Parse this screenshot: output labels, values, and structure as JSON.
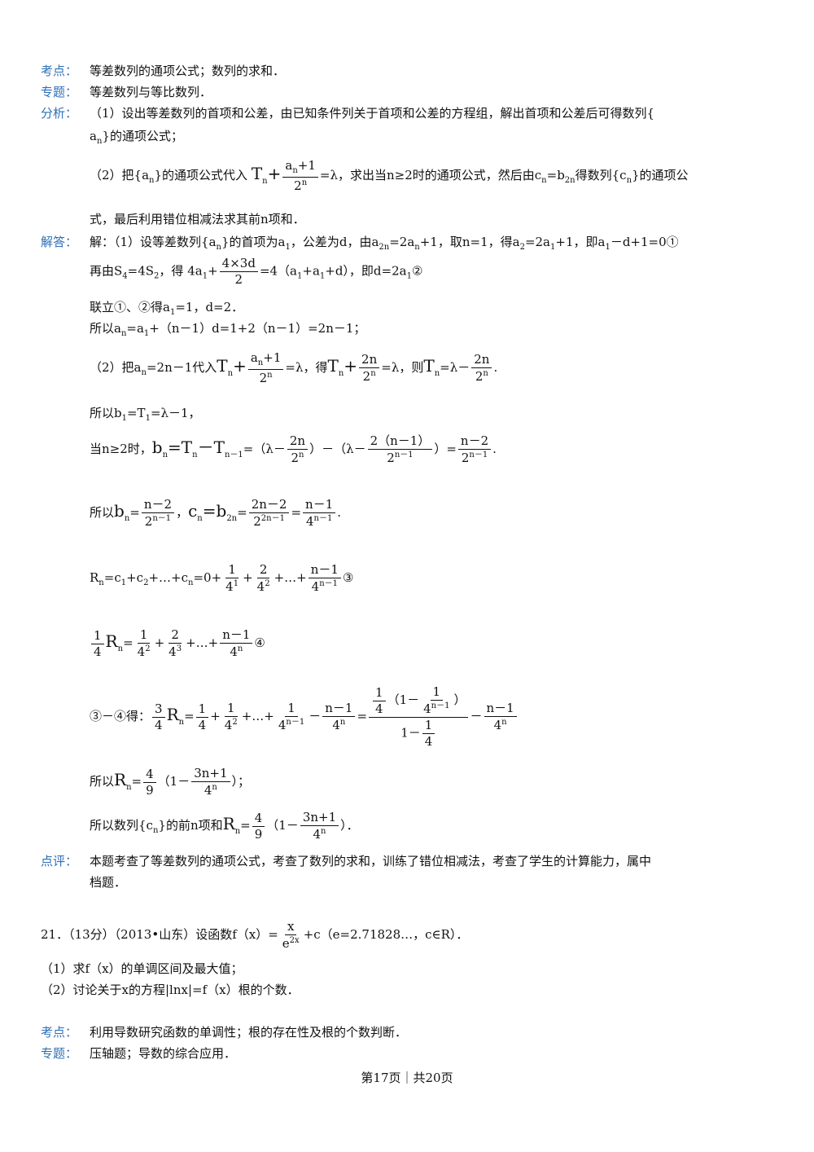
{
  "labels": {
    "kaodian": "考点：",
    "zhuanti": "专题：",
    "fenxi": "分析：",
    "jieda": "解答：",
    "dianping": "点评："
  },
  "q20": {
    "kaodian": "等差数列的通项公式；数列的求和．",
    "zhuanti": "等差数列与等比数列．",
    "fenxi1": "（1）设出等差数列的首项和公差，由已知条件列关于首项和公差的方程组，解出首项和公差后可得数列{",
    "fenxi1b": "a",
    "fenxi1c": "n",
    "fenxi1d": "}的通项公式；",
    "fenxi2a": "（2）把{a",
    "fenxi2b": "n",
    "fenxi2c": "}的通项公式代入",
    "fenxi2d": "，求出当n≥2时的通项公式，然后由c",
    "fenxi2e": "n",
    "fenxi2f": "=b",
    "fenxi2g": "2n",
    "fenxi2h": "得数列{c",
    "fenxi2i": "n",
    "fenxi2j": "}的通项公",
    "fenxi3": "式，最后利用错位相减法求其前n项和．",
    "jie1": "解：（1）设等差数列{a",
    "jie1b": "n",
    "jie1c": "}的首项为a",
    "jie1d": "1",
    "jie1e": "，公差为d，由a",
    "jie1f": "2n",
    "jie1g": "=2a",
    "jie1h": "n",
    "jie1i": "+1，取n=1，得a",
    "jie1j": "2",
    "jie1k": "=2a",
    "jie1l": "1",
    "jie1m": "+1，即a",
    "jie1n": "1",
    "jie1o": "－d+1=0①",
    "jie2a": "再由S",
    "jie2b": "4",
    "jie2c": "=4S",
    "jie2d": "2",
    "jie2e": "，得",
    "jie2f": "4a",
    "jie2g": "1",
    "jie2h": "4×3d",
    "jie2i": "2",
    "jie2j": "=4（a",
    "jie2k": "+a",
    "jie2l": "+d），即d=2a",
    "jie2m": "1",
    "jie2n": "②",
    "jie3": "联立①、②得a",
    "jie3b": "1",
    "jie3c": "=1，d=2．",
    "jie4": "所以a",
    "jie4b": "n",
    "jie4c": "=a",
    "jie4d": "1",
    "jie4e": "+（n－1）d=1+2（n－1）=2n－1；",
    "jie5a": "（2）把a",
    "jie5b": "n",
    "jie5c": "=2n－1代入",
    "jie5d": "，得",
    "jie5e": "，则",
    "jie6": "所以b",
    "jie6b": "1",
    "jie6c": "=T",
    "jie6d": "1",
    "jie6e": "=λ－1，",
    "jie7a": "当n≥2时，",
    "jie8a": "所以",
    "jie9a": "R",
    "jie9b": "n",
    "jie9c": "=c",
    "jie9d": "1",
    "jie9e": "+c",
    "jie9f": "2",
    "jie9g": "+…+c",
    "jie9h": "n",
    "jie9i": "=0+",
    "jie9j": "③",
    "jie10j": "④",
    "jie11a": "③－④得：",
    "jie12a": "所以",
    "jie12b": "；",
    "jie13a": "所以数列{c",
    "jie13b": "n",
    "jie13c": "}的前n项和",
    "jie13d": "．",
    "dianping1": "本题考查了等差数列的通项公式，考查了数列的求和，训练了错位相减法，考查了学生的计算能力，属中",
    "dianping2": "档题．"
  },
  "q21": {
    "head": "21．（13分）（2013•山东）设函数f（x）=",
    "headb": "+c（e=2.71828…，c∈R）．",
    "p1": "（1）求f（x）的单调区间及最大值；",
    "p2": "（2）讨论关于x的方程|lnx|=f（x）根的个数．",
    "kaodian": "利用导数研究函数的单调性；根的存在性及根的个数判断．",
    "zhuanti": "压轴题；导数的综合应用．"
  },
  "footer": "第17页｜共20页"
}
